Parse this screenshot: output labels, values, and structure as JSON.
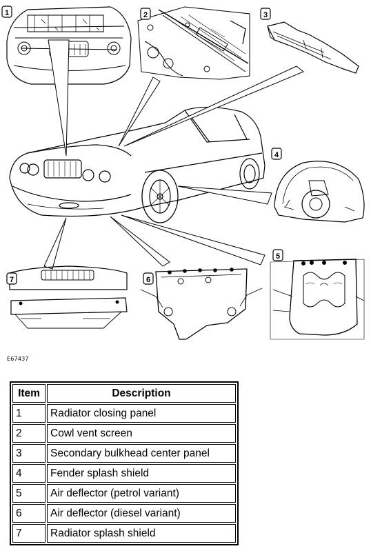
{
  "figure": {
    "id": "E67437",
    "callouts": [
      "1",
      "2",
      "3",
      "4",
      "5",
      "6",
      "7"
    ]
  },
  "table": {
    "headers": [
      "Item",
      "Description"
    ],
    "rows": [
      {
        "item": "1",
        "description": "Radiator closing panel"
      },
      {
        "item": "2",
        "description": "Cowl vent screen"
      },
      {
        "item": "3",
        "description": "Secondary bulkhead center panel"
      },
      {
        "item": "4",
        "description": "Fender splash shield"
      },
      {
        "item": "5",
        "description": "Air deflector (petrol variant)"
      },
      {
        "item": "6",
        "description": "Air deflector (diesel variant)"
      },
      {
        "item": "7",
        "description": "Radiator splash shield"
      }
    ]
  }
}
